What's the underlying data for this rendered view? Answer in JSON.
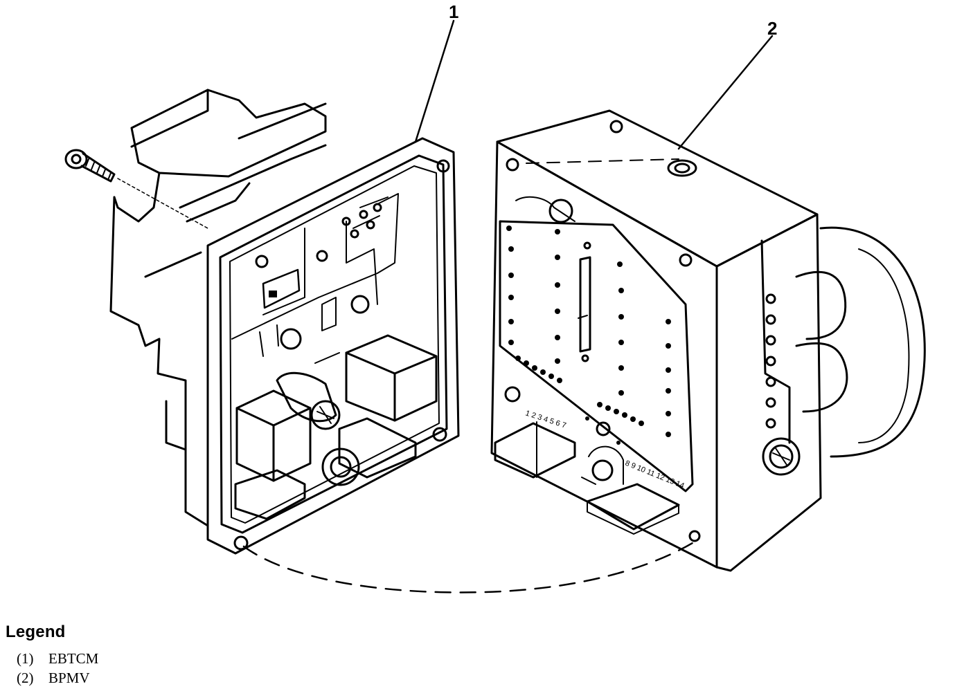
{
  "callouts": [
    "1",
    "2"
  ],
  "legend": {
    "title": "Legend",
    "items": [
      {
        "num": "(1)",
        "label": "EBTCM"
      },
      {
        "num": "(2)",
        "label": "BPMV"
      }
    ]
  },
  "pin_labels_left": "1 2 3 4 5 6 7",
  "pin_labels_right": "8 9 10 11 12 13 14"
}
